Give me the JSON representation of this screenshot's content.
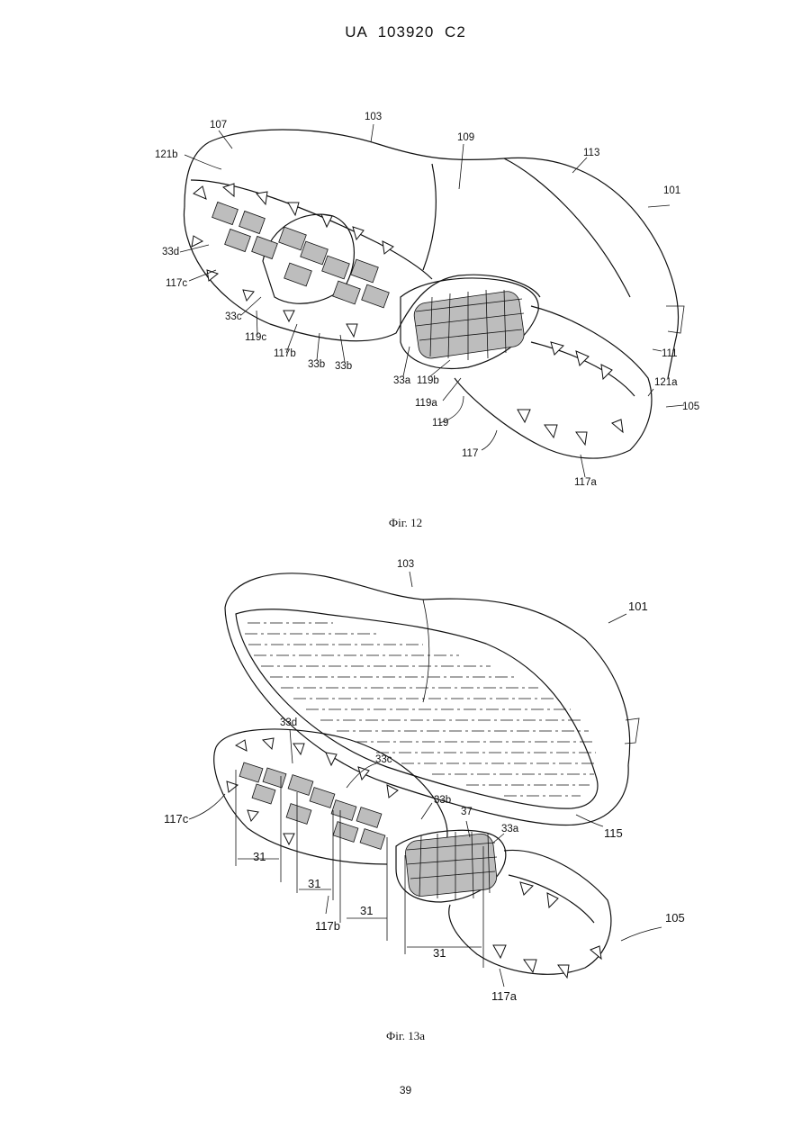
{
  "header": {
    "text": "UA   103920   C2"
  },
  "figure1": {
    "caption": "Фіг. 12",
    "labels": [
      {
        "id": "107",
        "text": "107"
      },
      {
        "id": "103",
        "text": "103"
      },
      {
        "id": "121b",
        "text": "121b"
      },
      {
        "id": "109",
        "text": "109"
      },
      {
        "id": "113",
        "text": "113"
      },
      {
        "id": "101",
        "text": "101"
      },
      {
        "id": "33d",
        "text": "33d"
      },
      {
        "id": "117c",
        "text": "117c"
      },
      {
        "id": "33c",
        "text": "33c"
      },
      {
        "id": "119c",
        "text": "119c"
      },
      {
        "id": "117b",
        "text": "117b"
      },
      {
        "id": "33b1",
        "text": "33b"
      },
      {
        "id": "33b2",
        "text": "33b"
      },
      {
        "id": "33a",
        "text": "33a"
      },
      {
        "id": "119b",
        "text": "119b"
      },
      {
        "id": "119a",
        "text": "119a"
      },
      {
        "id": "119",
        "text": "119"
      },
      {
        "id": "111",
        "text": "111"
      },
      {
        "id": "121a",
        "text": "121a"
      },
      {
        "id": "105",
        "text": "105"
      },
      {
        "id": "117",
        "text": "117"
      },
      {
        "id": "117a",
        "text": "117a"
      }
    ]
  },
  "figure2": {
    "caption": "Фіг. 13а",
    "labels": [
      {
        "id": "103",
        "text": "103"
      },
      {
        "id": "101",
        "text": "101"
      },
      {
        "id": "33d",
        "text": "33d"
      },
      {
        "id": "33c",
        "text": "33c"
      },
      {
        "id": "117c",
        "text": "117c"
      },
      {
        "id": "33b",
        "text": "33b"
      },
      {
        "id": "37",
        "text": "37"
      },
      {
        "id": "33a",
        "text": "33a"
      },
      {
        "id": "115",
        "text": "115"
      },
      {
        "id": "31a",
        "text": "31"
      },
      {
        "id": "31b",
        "text": "31"
      },
      {
        "id": "31c",
        "text": "31"
      },
      {
        "id": "31d",
        "text": "31"
      },
      {
        "id": "117b",
        "text": "117b"
      },
      {
        "id": "105",
        "text": "105"
      },
      {
        "id": "117a",
        "text": "117a"
      }
    ]
  },
  "page_number": "39"
}
